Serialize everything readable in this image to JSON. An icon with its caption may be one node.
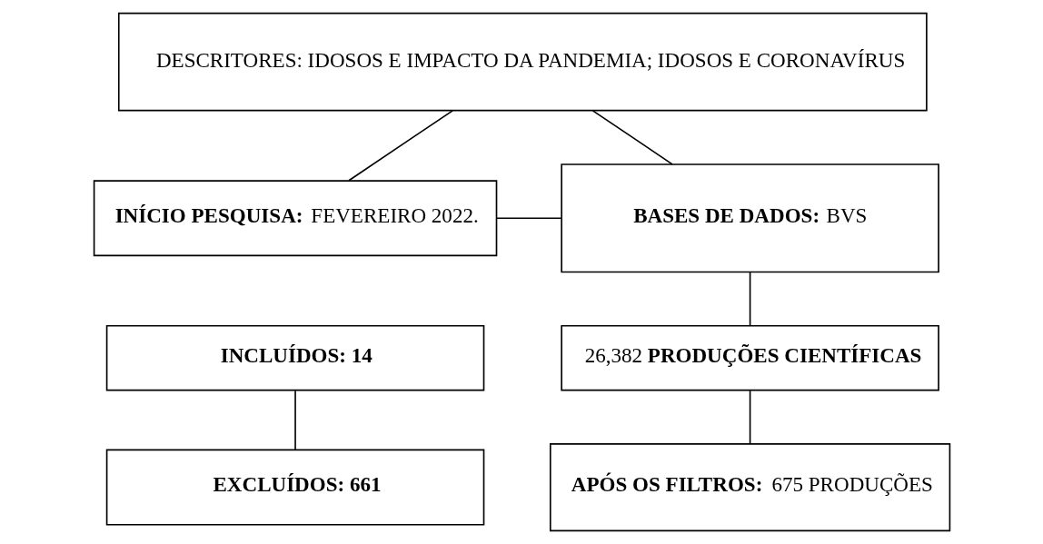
{
  "diagram": {
    "nodes": [
      {
        "text": [
          "DESCRITORES: IDOSOS E IMPACTO DA PANDEMIA; IDOSOS E CORONAVÍRUS"
        ]
      },
      {
        "text": [
          "**INÍCIO PESQUISA:** FEVEREIRO 2022."
        ]
      },
      {
        "text": [
          "**BASES DE DADOS:** BVS"
        ]
      },
      {
        "text": [
          "26,382 **PRODUÇÕES CIENTÍFICAS**"
        ]
      },
      {
        "text": [
          "**APÓS OS FILTROS:** 675 PRODUÇÕES"
        ]
      },
      {
        "text": [
          "**INCLUÍDOS: 14**"
        ]
      },
      {
        "text": [
          "**EXCLUÍDOS: 661**"
        ]
      }
    ],
    "edges": [
      {
        "from": 0,
        "to": 1,
        "arrow": "none"
      },
      {
        "from": 0,
        "to": 2,
        "arrow": "none"
      },
      {
        "from": 1,
        "to": 2,
        "arrow": "none"
      },
      {
        "from": 2,
        "to": 3,
        "arrow": "none"
      },
      {
        "from": 3,
        "to": 4,
        "arrow": "none"
      },
      {
        "from": 5,
        "to": 6,
        "arrow": "none"
      }
    ]
  }
}
